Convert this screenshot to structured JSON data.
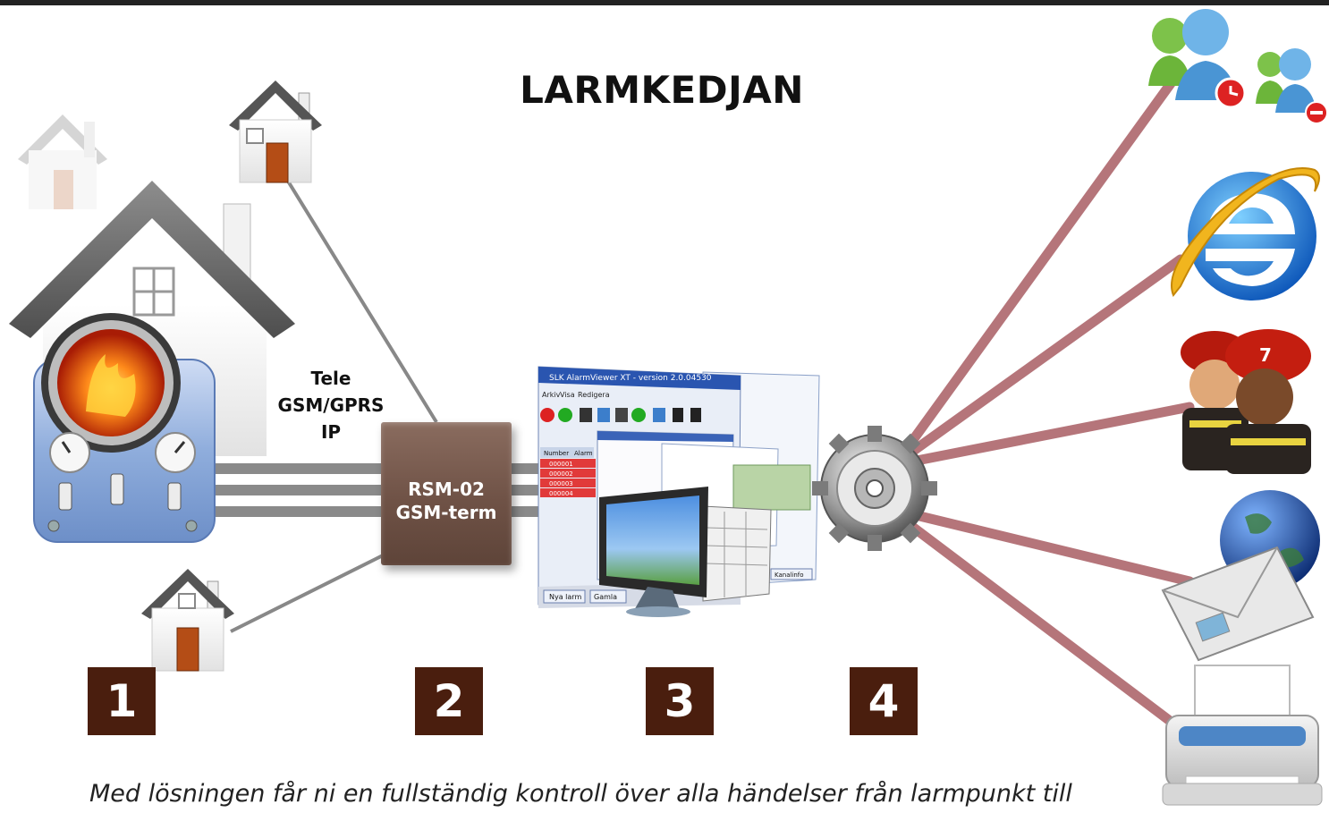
{
  "title": "LARMKEDJAN",
  "connection_labels": [
    "Tele",
    "GSM/GPRS",
    "IP"
  ],
  "rsm": {
    "line1": "RSM-02",
    "line2": "GSM-term"
  },
  "steps": [
    "1",
    "2",
    "3",
    "4"
  ],
  "app_window": {
    "title": "SLK AlarmViewer XT - version 2.0.04530",
    "menu": [
      "Arkiv",
      "Visa",
      "Redigera"
    ],
    "table_headers": [
      "Number",
      "Alarm"
    ],
    "rows": [
      "000001",
      "000002",
      "000003",
      "000004"
    ],
    "buttons": [
      "Nya larm",
      "Gamla"
    ],
    "side_button": "Kanalinfo"
  },
  "caption": "Med lösningen får ni en fullständig kontroll över alla händelser från larmpunkt till",
  "colors": {
    "number_box": "#4a1e0e",
    "rsm_box": "#6f5246",
    "output_lines": "#b5757a",
    "input_lines": "#888888"
  },
  "icons": [
    "house-fire-icon",
    "small-house-icon",
    "gear-icon",
    "users-icon",
    "internet-explorer-icon",
    "firefighters-icon",
    "email-icon",
    "printer-icon",
    "monitor-icon"
  ]
}
